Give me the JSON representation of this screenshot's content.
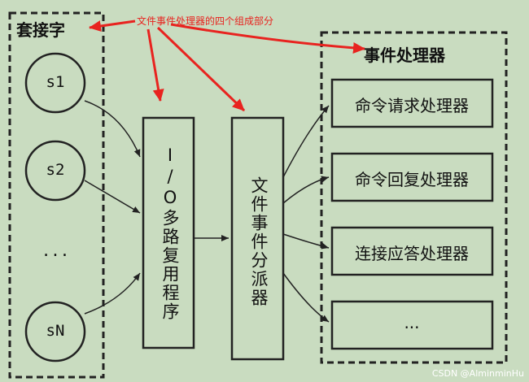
{
  "annotation": "文件事件处理器的四个组成部分",
  "groups": {
    "sockets": "套接字",
    "handlers": "事件处理器"
  },
  "sockets": [
    "s1",
    "s2",
    "...",
    "sN"
  ],
  "io_multiplexer": "I/O多路复用程序",
  "dispatcher": "文件事件分派器",
  "handlers": [
    "命令请求处理器",
    "命令回复处理器",
    "连接应答处理器",
    "..."
  ],
  "watermark": "CSDN @AlminminHu",
  "colors": {
    "background": "#c9dcc0",
    "ink": "#222222",
    "annotation": "#e8231f"
  }
}
